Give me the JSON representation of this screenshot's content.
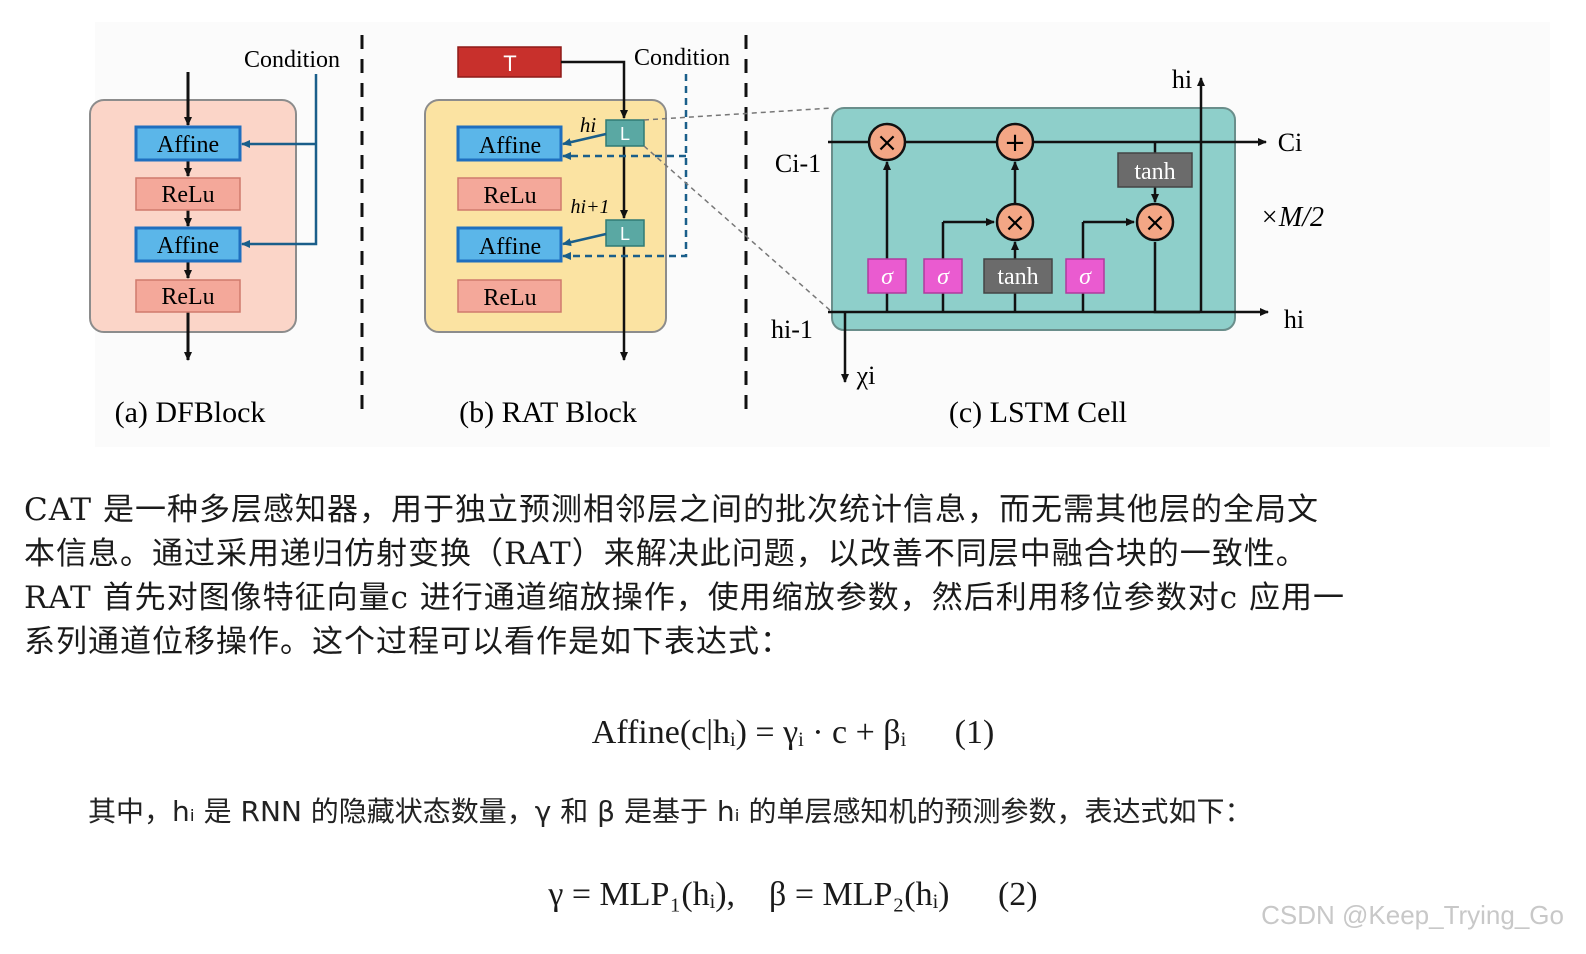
{
  "figure": {
    "dfblock": {
      "caption": "(a) DFBlock",
      "condition_label": "Condition",
      "layers": [
        "Affine",
        "ReLu",
        "Affine",
        "ReLu"
      ]
    },
    "ratblock": {
      "caption": "(b) RAT Block",
      "condition_label": "Condition",
      "t_label": "T",
      "lstm_label": "L",
      "h_i": "hi",
      "h_i1": "hi+1",
      "layers": [
        "Affine",
        "ReLu",
        "Affine",
        "ReLu"
      ]
    },
    "lstm": {
      "caption": "(c) LSTM Cell",
      "c_prev": "Ci-1",
      "c_out": "Ci",
      "h_prev": "hi-1",
      "h_out_top": "hi",
      "h_out_right": "hi",
      "x_in": "χi",
      "repeat": "×M/2",
      "ops": {
        "times": "×",
        "plus": "+"
      },
      "gates": [
        "σ",
        "σ",
        "tanh",
        "σ"
      ],
      "tanh_top": "tanh"
    },
    "colors": {
      "affine_fill": "#5bb6e9",
      "affine_stroke": "#1f6fbf",
      "relu_fill": "#f4a89a",
      "df_bg": "#fbd5c8",
      "rat_bg": "#fbe3a2",
      "lstm_bg": "#8ecfca",
      "t_fill": "#c8302c",
      "l_fill": "#5aa8a3",
      "gate_fill": "#ea5bd0",
      "tanh_fill": "#6b6b6b",
      "op_fill": "#f3a685"
    }
  },
  "text": {
    "paragraph_lines": [
      "CAT 是一种多层感知器，用于独立预测相邻层之间的批次统计信息，而无需其他层的全局文",
      "本信息。通过采用递归仿射变换（RAT）来解决此问题，以改善不同层中融合块的一致性。",
      "RAT 首先对图像特征向量c 进行通道缩放操作，使用缩放参数，然后利用移位参数对c 应用一",
      "系列通道位移操作。这个过程可以看作是如下表达式："
    ],
    "eq1": {
      "body": "Affine(c|hᵢ) = γᵢ · c + βᵢ",
      "num": "(1)"
    },
    "note": "其中，hᵢ 是 RNN 的隐藏状态数量，γ 和 β 是基于 hᵢ 的单层感知机的预测参数，表达式如下：",
    "eq2": {
      "body": "γ = MLP₁(hᵢ),    β = MLP₂(hᵢ)",
      "num": "(2)"
    },
    "watermark": "CSDN @Keep_Trying_Go"
  }
}
